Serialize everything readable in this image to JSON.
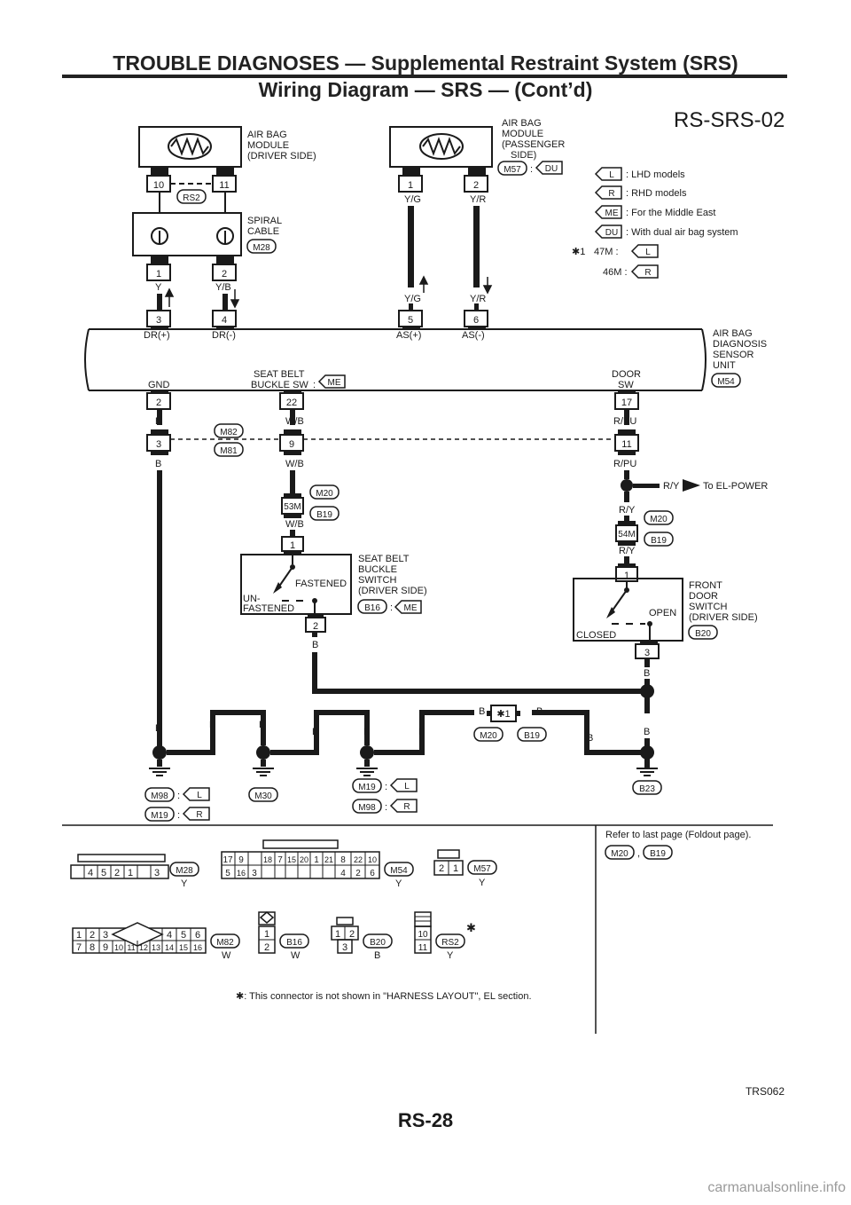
{
  "header": {
    "title": "TROUBLE DIAGNOSES — Supplemental Restraint System (SRS)",
    "subtitle": "Wiring Diagram — SRS — (Cont’d)"
  },
  "diagram": {
    "code": "RS-SRS-02",
    "legend": [
      {
        "badge": "L",
        "text": ": LHD models"
      },
      {
        "badge": "R",
        "text": ": RHD models"
      },
      {
        "badge": "ME",
        "text": ": For the Middle East"
      },
      {
        "badge": "DU",
        "text": ": With dual air bag system"
      }
    ],
    "note1": {
      "star": "✱1",
      "row1": "47M :",
      "row1_badge": "L",
      "row2": "46M :",
      "row2_badge": "R"
    },
    "driver_module": {
      "name": [
        "AIR BAG",
        "MODULE",
        "(DRIVER SIDE)"
      ],
      "pins": [
        "10",
        "11"
      ],
      "conn": "RS2"
    },
    "spiral": {
      "name": [
        "SPIRAL",
        "CABLE"
      ],
      "conn": "M28",
      "pins": [
        "1",
        "2"
      ]
    },
    "passenger_module": {
      "name": [
        "AIR BAG",
        "MODULE",
        "(PASSENGER",
        "SIDE)"
      ],
      "pins": [
        "1",
        "2"
      ],
      "conn": "M57",
      "conn_sep": ":",
      "conn_badge": "DU"
    },
    "wires_top": {
      "y1": "Y",
      "yb": "Y/B",
      "yg": "Y/G",
      "yr": "Y/R",
      "yg2": "Y/G",
      "yr2": "Y/R"
    },
    "unit_top_pins": [
      {
        "num": "3",
        "label": "DR(+)"
      },
      {
        "num": "4",
        "label": "DR(-)"
      },
      {
        "num": "5",
        "label": "AS(+)"
      },
      {
        "num": "6",
        "label": "AS(-)"
      }
    ],
    "unit": {
      "name": [
        "AIR BAG",
        "DIAGNOSIS",
        "SENSOR",
        "UNIT"
      ],
      "conn": "M54"
    },
    "unit_bottom": {
      "gnd": "GND",
      "gnd_pin": "2",
      "seat_label": [
        "SEAT BELT",
        "BUCKLE SW"
      ],
      "seat_sep": ":",
      "seat_badge": "ME",
      "seat_pin": "22",
      "door_label": [
        "DOOR",
        "SW"
      ],
      "door_pin": "17"
    },
    "wires_mid": {
      "b1": "B",
      "wb1": "W/B",
      "rpu1": "R/PU",
      "b2": "B",
      "wb2": "W/B",
      "rpu2": "R/PU",
      "wb3": "W/B"
    },
    "mid_pins": {
      "p3": "3",
      "p9": "9",
      "p11": "11"
    },
    "m82": "M82",
    "m81": "M81",
    "seat_junction": {
      "num": "53M",
      "c1": "M20",
      "c2": "B19"
    },
    "door_junction": {
      "num": "54M",
      "c1": "M20",
      "c2": "B19",
      "wire_a": "R/Y",
      "wire_b": "R/Y"
    },
    "power": {
      "wire": "R/Y",
      "label": "To EL-POWER"
    },
    "seat_switch": {
      "pin1": "1",
      "pin2": "2",
      "fastened": "FASTENED",
      "un1": "UN-",
      "un2": "FASTENED",
      "name": [
        "SEAT BELT",
        "BUCKLE",
        "SWITCH",
        "(DRIVER SIDE)"
      ],
      "conn": "B16",
      "sep": ":",
      "badge": "ME",
      "wire": "B"
    },
    "door_switch": {
      "pin1": "1",
      "pin3": "3",
      "open": "OPEN",
      "closed": "CLOSED",
      "name": [
        "FRONT",
        "DOOR",
        "SWITCH",
        "(DRIVER SIDE)"
      ],
      "conn": "B20",
      "wire": "B"
    },
    "ground_wires": [
      "B",
      "B",
      "B",
      "B",
      "B",
      "B",
      "B",
      "B",
      "B",
      "B"
    ],
    "star_conn": {
      "text": "✱1",
      "c1": "M20",
      "c2": "B19"
    },
    "grounds": {
      "g1": {
        "conn": "M98",
        "sep": ":",
        "badge": "L",
        "conn2": "M19",
        "badge2": "R"
      },
      "g2": {
        "conn": "M30"
      },
      "g3": {
        "conn": "M19",
        "sep": ":",
        "badge": "L",
        "conn2": "M98",
        "badge2": "R"
      },
      "g4": {
        "conn": "B23"
      }
    }
  },
  "connectors": {
    "m28": {
      "pins": [
        "4",
        "5",
        "2",
        "1",
        "3"
      ],
      "name": "M28",
      "color": "Y"
    },
    "m54": {
      "row1": [
        "17",
        "9",
        "18",
        "7",
        "15",
        "20",
        "1",
        "21",
        "8",
        "22",
        "10"
      ],
      "row2": [
        "5",
        "16",
        "3",
        "4",
        "2",
        "6"
      ],
      "name": "M54",
      "color": "Y"
    },
    "m57": {
      "pins": [
        "2",
        "1"
      ],
      "name": "M57",
      "color": "Y"
    },
    "m82": {
      "row1": [
        "1",
        "2",
        "3",
        "4",
        "5",
        "6"
      ],
      "row2": [
        "7",
        "8",
        "9",
        "10",
        "11",
        "12",
        "13",
        "14",
        "15",
        "16"
      ],
      "name": "M82",
      "color": "W"
    },
    "b16": {
      "pins": [
        "1",
        "2"
      ],
      "name": "B16",
      "color": "W"
    },
    "b20": {
      "pins": [
        "1",
        "2",
        "3"
      ],
      "name": "B20",
      "color": "B"
    },
    "rs2": {
      "pins": [
        "10",
        "11"
      ],
      "name": "RS2",
      "color": "Y",
      "star": "✱"
    }
  },
  "refer": {
    "text": "Refer to last page (Foldout page).",
    "c1": "M20",
    "sep": ",",
    "c2": "B19"
  },
  "footnote": "✱: This connector is not shown in \"HARNESS LAYOUT\", EL section.",
  "figure_code": "TRS062",
  "page_number": "RS-28",
  "watermark": "carmanualsonline.info"
}
